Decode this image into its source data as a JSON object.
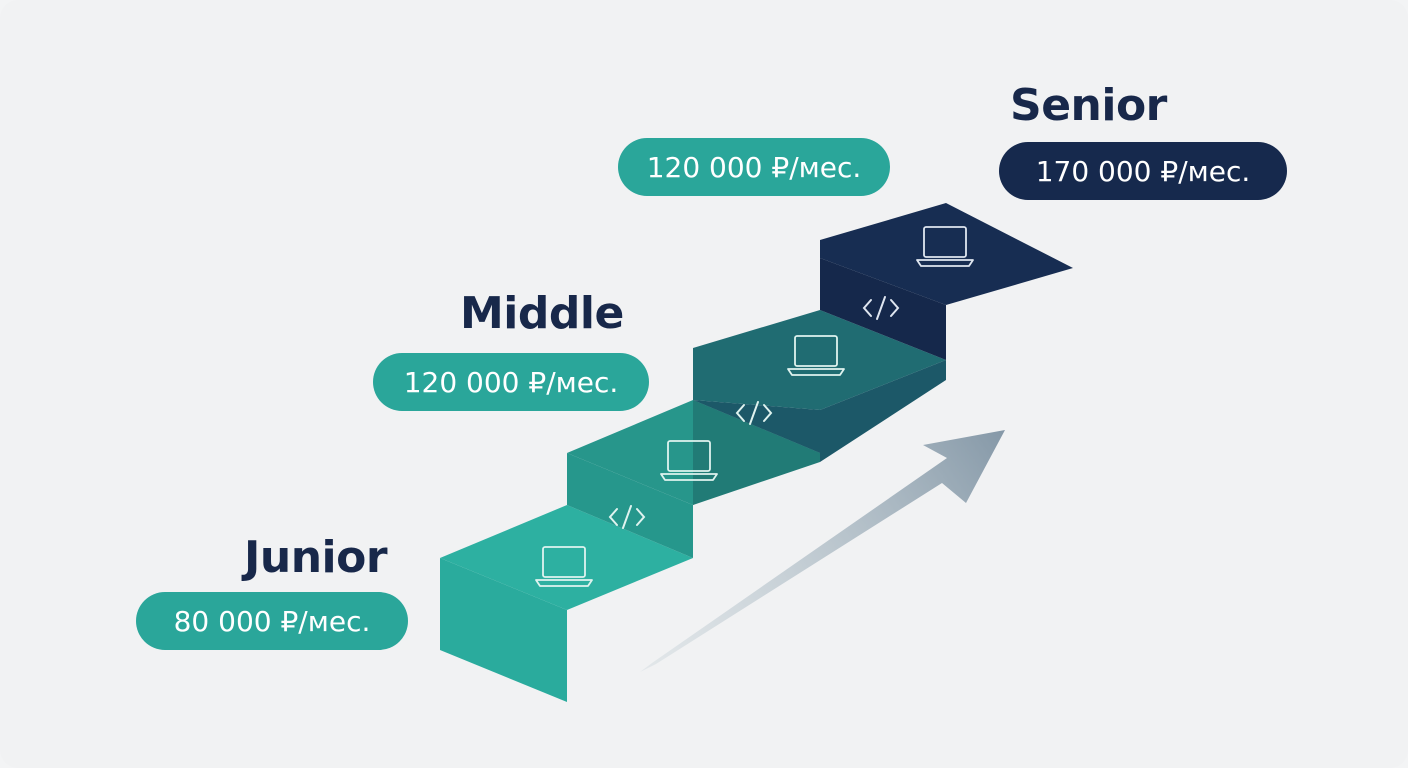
{
  "levels": [
    {
      "title": "Junior",
      "salary": "80 000 ₽/мес."
    },
    {
      "title": "Middle",
      "salary": "120 000 ₽/мес."
    },
    {
      "title": "",
      "salary": "120 000 ₽/мес."
    },
    {
      "title": "Senior",
      "salary": "170 000 ₽/мес."
    }
  ],
  "icons": {
    "tread": "laptop-icon",
    "riser": "code-icon"
  },
  "colors": {
    "background": "#f1f2f3",
    "title_text": "#18284a",
    "step_1": "#2aaa9c",
    "step_2": "#23877f",
    "step_3": "#1d5f6e",
    "step_4": "#162a4e",
    "pill_teal": "#2aa69a",
    "pill_navy": "#16294d",
    "arrow": "#8a9cab"
  }
}
